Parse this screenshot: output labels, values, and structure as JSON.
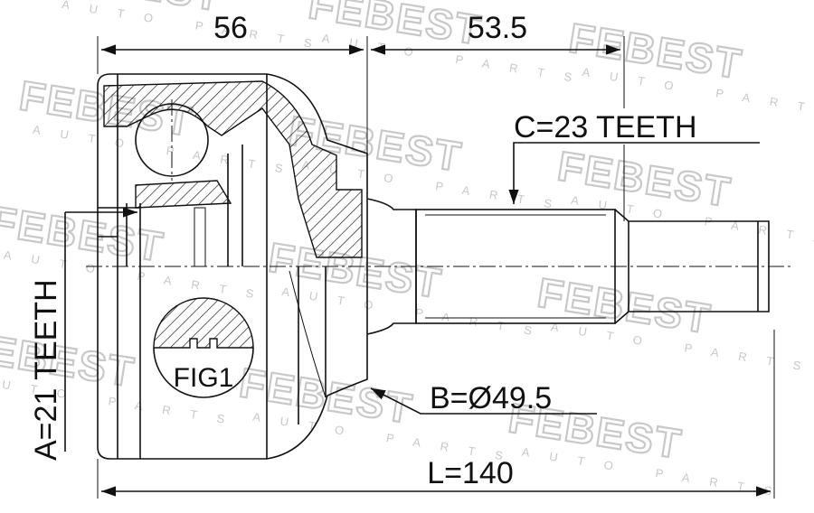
{
  "watermark": {
    "brand": "FEBEST",
    "subtitle": "AUTO PARTS"
  },
  "dimensions": {
    "width_left": "56",
    "width_right": "53.5",
    "spline_c": "C=23 TEETH",
    "diameter_b": "B=Ø49.5",
    "teeth_a": "A=21 TEETH",
    "length_l": "L=140"
  },
  "figure": {
    "fig_label": "FIG1"
  }
}
